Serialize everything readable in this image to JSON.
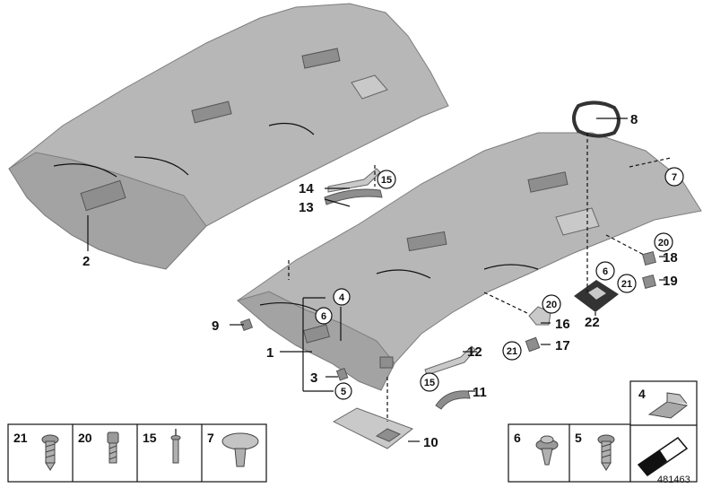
{
  "diagram": {
    "reference_number": "481463",
    "callouts": [
      {
        "id": "c1",
        "label": "1"
      },
      {
        "id": "c2",
        "label": "2"
      },
      {
        "id": "c3",
        "label": "3"
      },
      {
        "id": "c4",
        "label": "4"
      },
      {
        "id": "c4b",
        "label": "4"
      },
      {
        "id": "c5",
        "label": "5"
      },
      {
        "id": "c6",
        "label": "6"
      },
      {
        "id": "c6b",
        "label": "6"
      },
      {
        "id": "c7",
        "label": "7"
      },
      {
        "id": "c8",
        "label": "8"
      },
      {
        "id": "c9",
        "label": "9"
      },
      {
        "id": "c10",
        "label": "10"
      },
      {
        "id": "c11",
        "label": "11"
      },
      {
        "id": "c12",
        "label": "12"
      },
      {
        "id": "c13",
        "label": "13"
      },
      {
        "id": "c14",
        "label": "14"
      },
      {
        "id": "c15",
        "label": "15"
      },
      {
        "id": "c15b",
        "label": "15"
      },
      {
        "id": "c16",
        "label": "16"
      },
      {
        "id": "c17",
        "label": "17"
      },
      {
        "id": "c18",
        "label": "18"
      },
      {
        "id": "c19",
        "label": "19"
      },
      {
        "id": "c20",
        "label": "20"
      },
      {
        "id": "c20b",
        "label": "20"
      },
      {
        "id": "c21",
        "label": "21"
      },
      {
        "id": "c21b",
        "label": "21"
      },
      {
        "id": "c22",
        "label": "22"
      }
    ],
    "fastener_table_left": [
      "21",
      "20",
      "15",
      "7"
    ],
    "fastener_table_right": [
      "6",
      "5"
    ],
    "detail_box_label": "4"
  }
}
